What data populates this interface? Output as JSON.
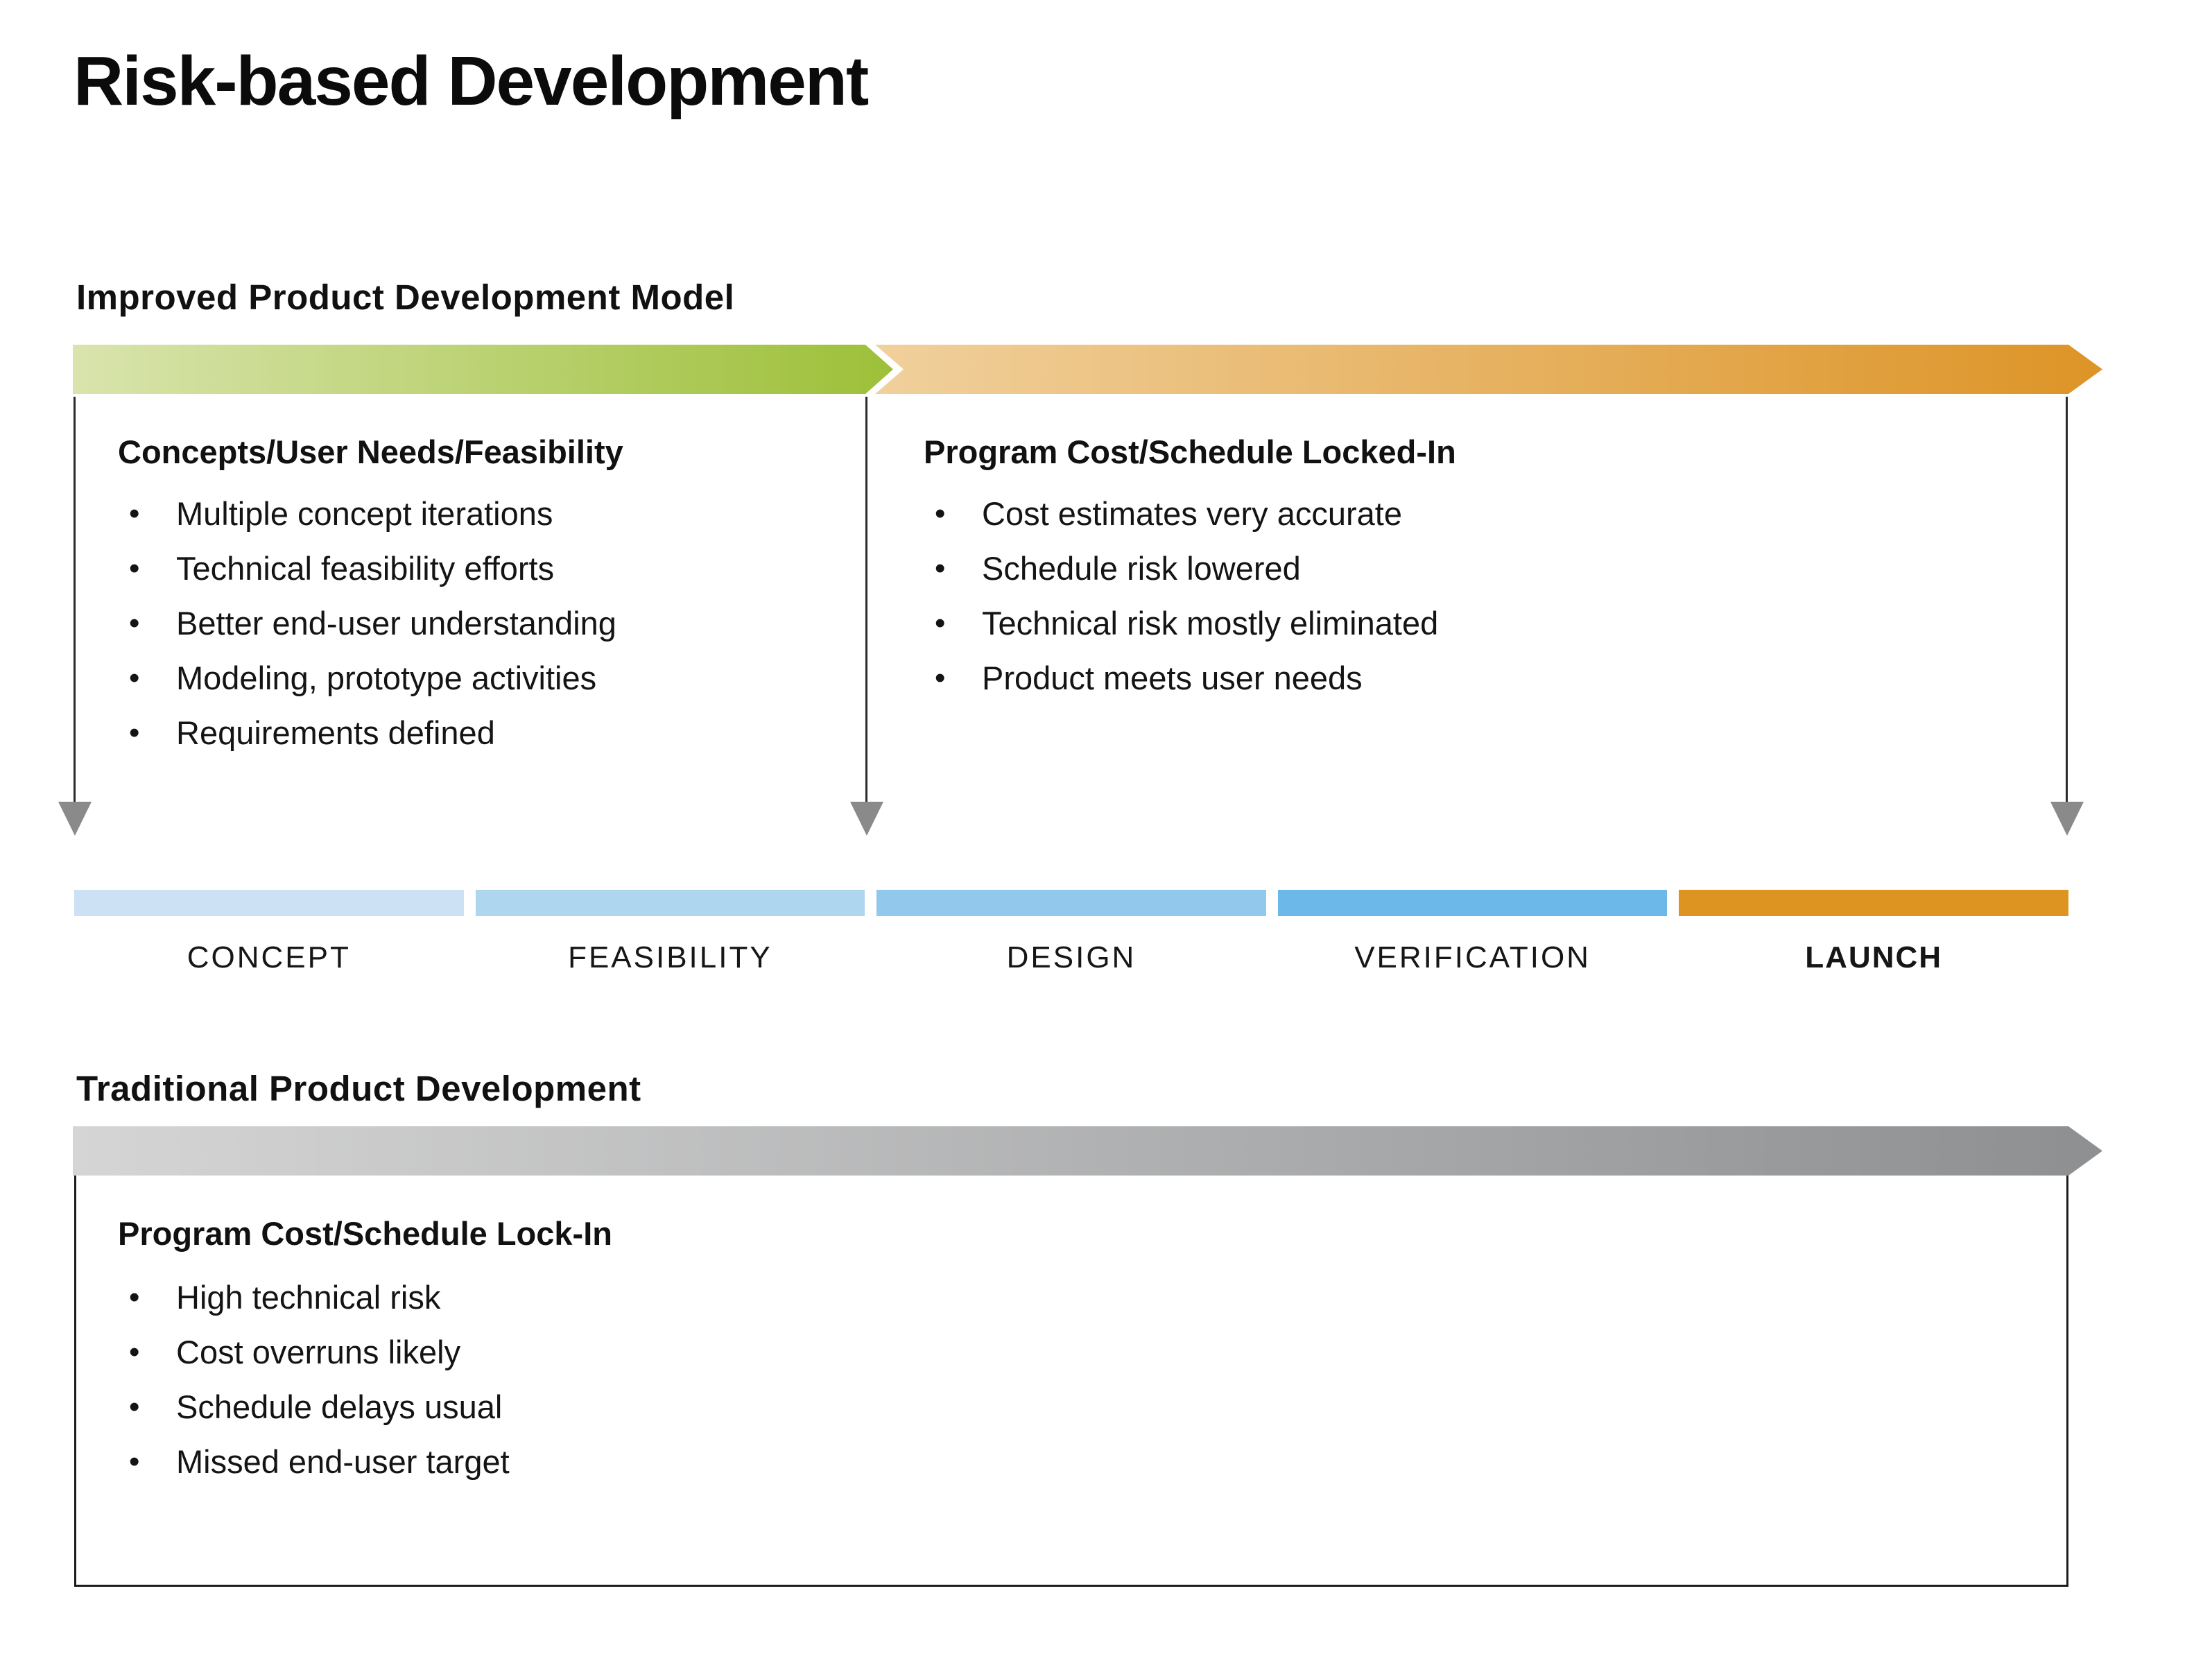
{
  "title": "Risk-based Development",
  "glyphs": {
    "bullet": "•"
  },
  "improved": {
    "heading": "Improved Product Development Model",
    "left_panel": {
      "heading": "Concepts/User Needs/Feasibility",
      "bullets": [
        "Multiple concept iterations",
        "Technical feasibility efforts",
        "Better end-user understanding",
        "Modeling, prototype activities",
        "Requirements defined"
      ]
    },
    "right_panel": {
      "heading": "Program Cost/Schedule Locked-In",
      "bullets": [
        "Cost estimates very accurate",
        "Schedule risk lowered",
        "Technical risk mostly eliminated",
        "Product meets user needs"
      ]
    }
  },
  "phases": [
    {
      "label": "CONCEPT",
      "color": "#cde1f5"
    },
    {
      "label": "FEASIBILITY",
      "color": "#aed6ef"
    },
    {
      "label": "DESIGN",
      "color": "#91c8ec"
    },
    {
      "label": "VERIFICATION",
      "color": "#6cb8e8"
    },
    {
      "label": "LAUNCH",
      "color": "#dd9420"
    }
  ],
  "traditional": {
    "heading": "Traditional Product Development",
    "panel": {
      "heading": "Program Cost/Schedule Lock-In",
      "bullets": [
        "High technical risk",
        "Cost overruns likely",
        "Schedule delays usual",
        "Missed end-user target"
      ]
    }
  },
  "colors": {
    "green_gradient_start": "#d9e4ad",
    "green_gradient_end": "#9dc039",
    "orange_gradient_start": "#f0d09c",
    "orange_gradient_end": "#dd9427",
    "gray_gradient_start": "#d5d5d5",
    "gray_gradient_end": "#8d8f91",
    "marker_gray": "#8a8a8a",
    "text": "#0d0d0d"
  }
}
